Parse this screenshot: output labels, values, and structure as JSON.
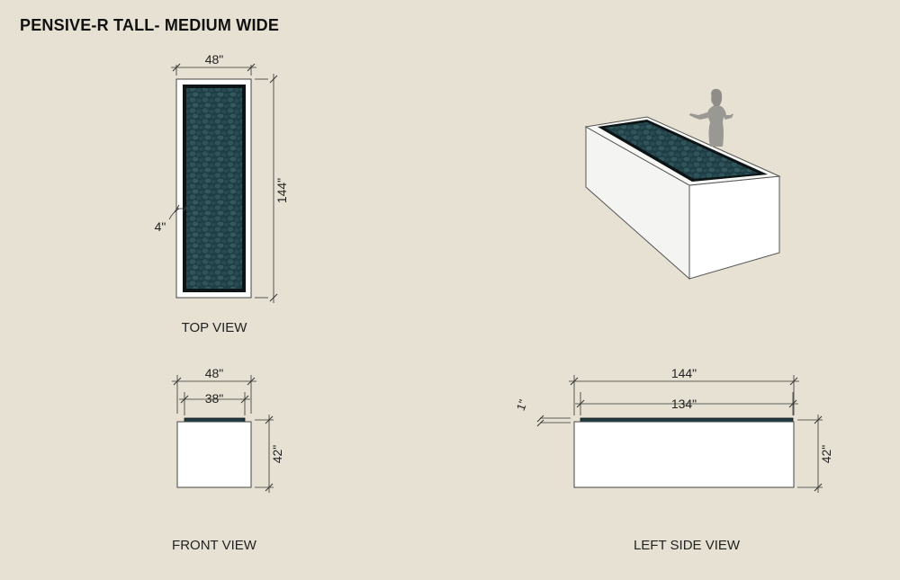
{
  "title": "PENSIVE-R TALL- MEDIUM WIDE",
  "views": {
    "top": {
      "label": "TOP VIEW",
      "width_dim": "48\"",
      "length_dim": "144\"",
      "inset_dim": "4\""
    },
    "front": {
      "label": "FRONT VIEW",
      "outer_width_dim": "48\"",
      "inner_width_dim": "38\"",
      "height_dim": "42\""
    },
    "left_side": {
      "label": "LEFT SIDE VIEW",
      "outer_length_dim": "144\"",
      "inner_length_dim": "134\"",
      "height_dim": "42\"",
      "lip_dim": "1\""
    }
  },
  "colors": {
    "background": "#e6e1d2",
    "body": "#ffffff",
    "water": "#1e3c42",
    "water_frame": "#0d1416",
    "figure": "#9a9893"
  },
  "icons": {
    "scale_figure": "person-silhouette-icon"
  }
}
